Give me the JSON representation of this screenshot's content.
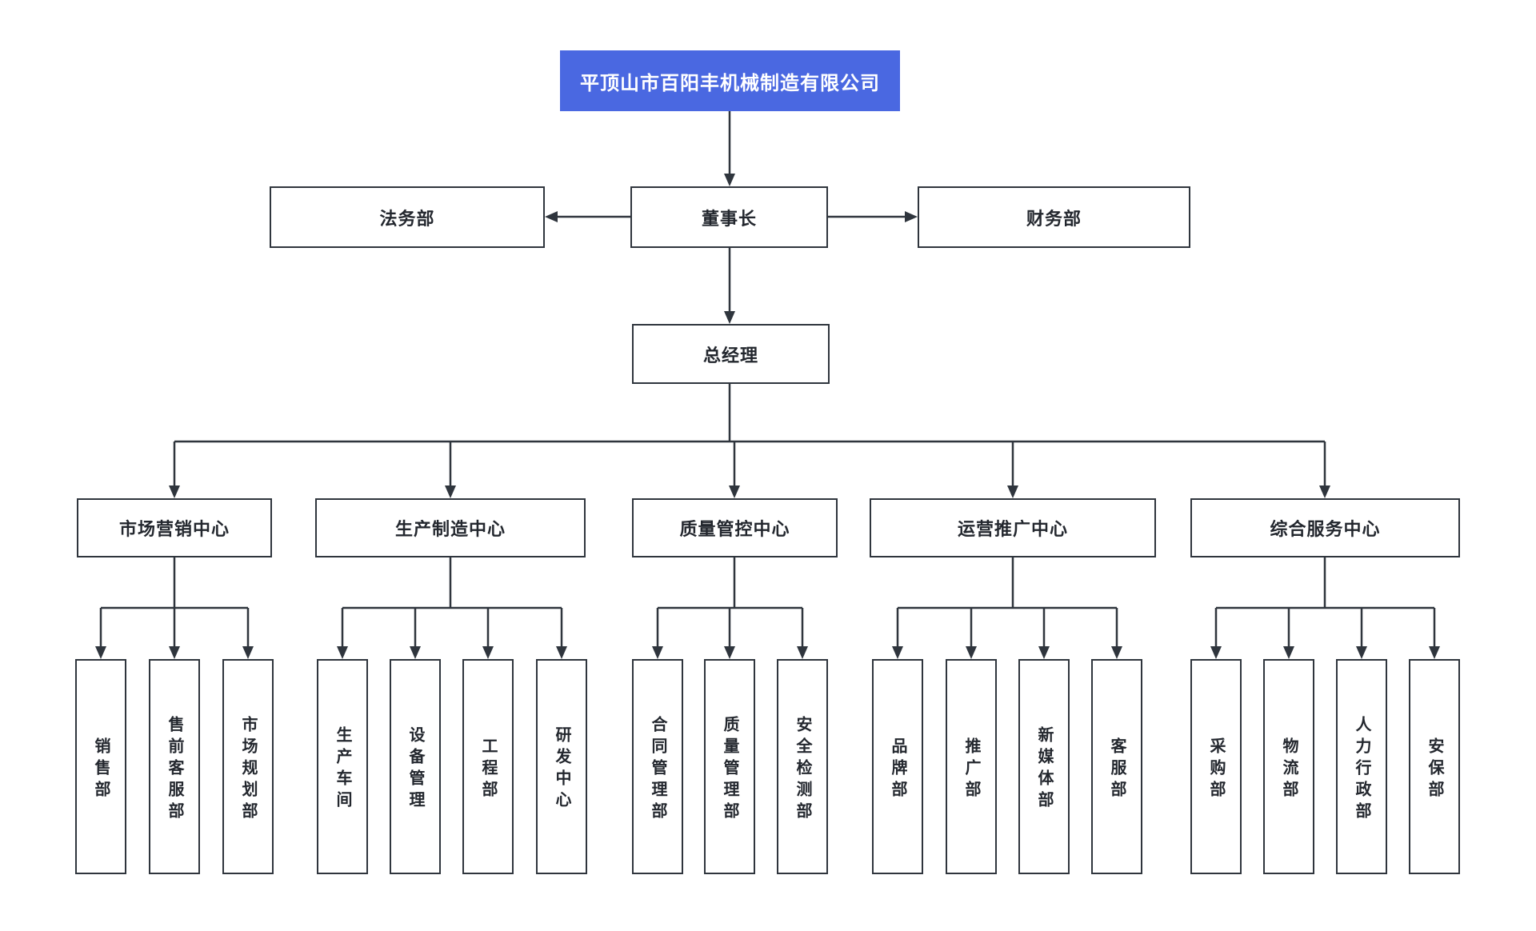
{
  "colors": {
    "accent_blue": "#4a68e1",
    "line": "#2f353d",
    "node_border": "#2f353d",
    "node_text": "#23272e",
    "root_text": "#ffffff"
  },
  "root": {
    "label": "平顶山市百阳丰机械制造有限公司"
  },
  "level2": {
    "legal": "法务部",
    "chairman": "董事长",
    "finance": "财务部"
  },
  "level3": {
    "general_manager": "总经理"
  },
  "centers": [
    {
      "label": "市场营销中心",
      "departments": [
        "销售部",
        "售前客服部",
        "市场规划部"
      ]
    },
    {
      "label": "生产制造中心",
      "departments": [
        "生产车间",
        "设备管理",
        "工程部",
        "研发中心"
      ]
    },
    {
      "label": "质量管控中心",
      "departments": [
        "合同管理部",
        "质量管理部",
        "安全检测部"
      ]
    },
    {
      "label": "运营推广中心",
      "departments": [
        "品牌部",
        "推广部",
        "新媒体部",
        "客服部"
      ]
    },
    {
      "label": "综合服务中心",
      "departments": [
        "采购部",
        "物流部",
        "人力行政部",
        "安保部"
      ]
    }
  ]
}
